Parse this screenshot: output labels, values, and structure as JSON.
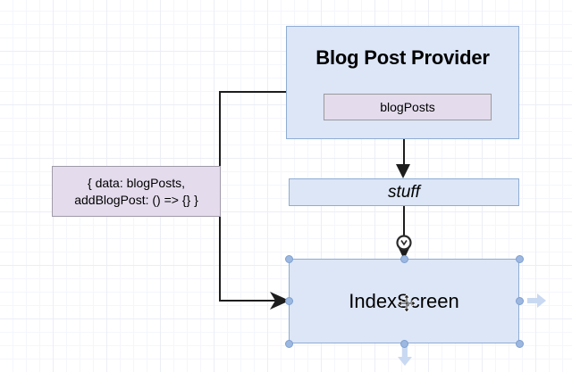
{
  "diagram": {
    "type": "flowchart",
    "background": "#ffffff",
    "grid": true,
    "node_fill": "#dce6f7",
    "node_stroke": "#8facd4",
    "label_fill": "#e4dced",
    "label_stroke": "#9f9aa8",
    "connector_color": "#1d1d1d",
    "handle_color": "#9cb8e0",
    "hint_color": "#c4d6f0"
  },
  "nodes": {
    "provider": {
      "title": "Blog Post Provider",
      "field": "blogPosts"
    },
    "stuff": {
      "label": "stuff"
    },
    "index": {
      "label": "IndexScreen",
      "selected": true
    }
  },
  "edge_label": {
    "line1": "{ data: blogPosts,",
    "line2": "addBlogPost: () => {} }"
  },
  "icons": {
    "connect_cursor": "connect-cursor-icon",
    "move_cursor": "move-cursor-icon",
    "hint_right": "arrow-right-hint-icon",
    "hint_down": "arrow-down-hint-icon"
  }
}
